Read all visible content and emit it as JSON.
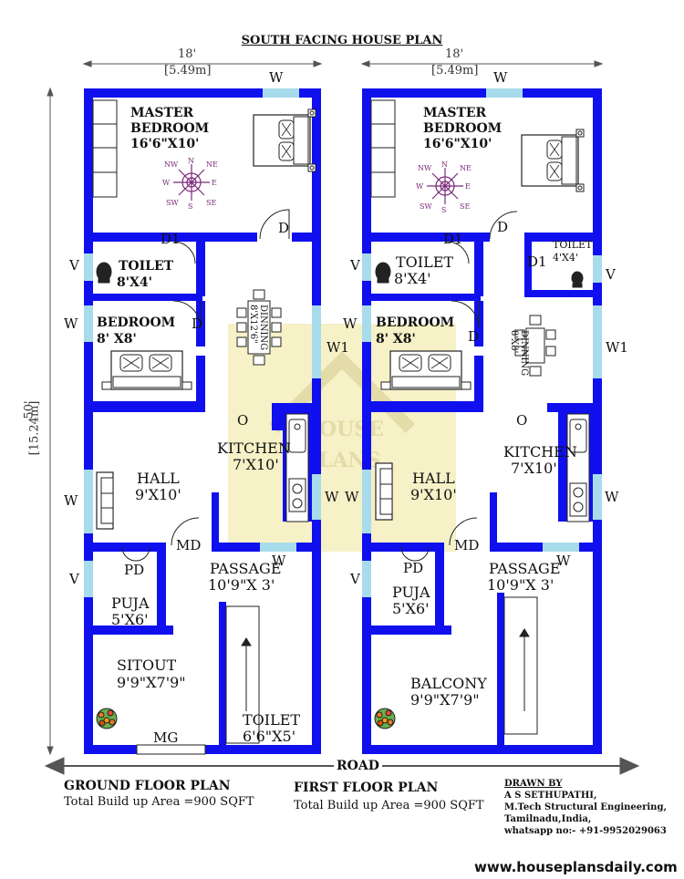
{
  "title": "SOUTH FACING HOUSE PLAN",
  "dimensions": {
    "width_ft": "18'",
    "width_m": "[5.49m]",
    "length_ft": "50'",
    "length_m": "[15.24m]"
  },
  "road_label": "ROAD",
  "ground_floor": {
    "title": "GROUND FLOOR PLAN",
    "area": "Total Build up Area =900 SQFT",
    "rooms": {
      "master_name": "MASTER\nBEDROOM",
      "master_size": "16'6\"X10'",
      "toilet_name": "TOILET",
      "toilet_size": "8'X4'",
      "bedroom_name": "BEDROOM",
      "bedroom_size": "8' X8'",
      "dining": "DINNING\n8'X12'6\"",
      "kitchen_name": "KITCHEN",
      "kitchen_size": "7'X10'",
      "hall_name": "HALL",
      "hall_size": "9'X10'",
      "passage_name": "PASSAGE",
      "passage_size": "10'9\"X 3'",
      "puja_name": "PUJA",
      "puja_size": "5'X6'",
      "sitout_name": "SITOUT",
      "sitout_size": "9'9\"X7'9\"",
      "toilet2_name": "TOILET",
      "toilet2_size": "6'6\"X5'"
    },
    "tags": {
      "w_top": "W",
      "d_master": "D",
      "d1": "D1",
      "v_left": "V",
      "w_bed": "W",
      "d_bed": "D",
      "w1": "W1",
      "o": "O",
      "w_hall": "W",
      "w_kitchen": "W",
      "md": "MD",
      "pd": "PD",
      "w_passage": "W",
      "v_puja": "V",
      "mg": "MG"
    }
  },
  "first_floor": {
    "title": "FIRST FLOOR PLAN",
    "area": "Total Build up Area =900 SQFT",
    "rooms": {
      "master_name": "MASTER\nBEDROOM",
      "master_size": "16'6\"X10'",
      "toilet_name": "TOILET",
      "toilet_size": "8'X4'",
      "toilet_b_name": "TOILET",
      "toilet_b_size": "4'X4'",
      "bedroom_name": "BEDROOM",
      "bedroom_size": "8' X8'",
      "dining": "DINNING\n8'X8'",
      "kitchen_name": "KITCHEN",
      "kitchen_size": "7'X10'",
      "hall_name": "HALL",
      "hall_size": "9'X10'",
      "passage_name": "PASSAGE",
      "passage_size": "10'9\"X 3'",
      "puja_name": "PUJA",
      "puja_size": "5'X6'",
      "balcony_name": "BALCONY",
      "balcony_size": "9'9\"X7'9\""
    },
    "tags": {
      "w_top": "W",
      "d_master": "D",
      "d1": "D1",
      "d1b": "D1",
      "v_left": "V",
      "v_right": "V",
      "w_bed": "W",
      "d_bed": "D",
      "w1": "W1",
      "o": "O",
      "w_hall": "W",
      "w_kitchen": "W",
      "md": "MD",
      "pd": "PD",
      "w_passage": "W",
      "v_puja": "V"
    }
  },
  "compass": {
    "n": "N",
    "ne": "NE",
    "e": "E",
    "se": "SE",
    "s": "S",
    "sw": "SW",
    "w": "W",
    "nw": "NW"
  },
  "credits": {
    "heading": "DRAWN BY",
    "name": "A S SETHUPATHI,",
    "qualification": "M.Tech Structural Engineering,",
    "location": "Tamilnadu,India,",
    "whatsapp": "whatsapp no:- +91-9952029063"
  },
  "watermark": "HOUSE\nPLANS",
  "website": "www.houseplansdaily.com",
  "colors": {
    "wall": "#1010ee",
    "window": "#a8dcec",
    "watermark": "#f5eebd",
    "compass": "#7b2a7b"
  }
}
